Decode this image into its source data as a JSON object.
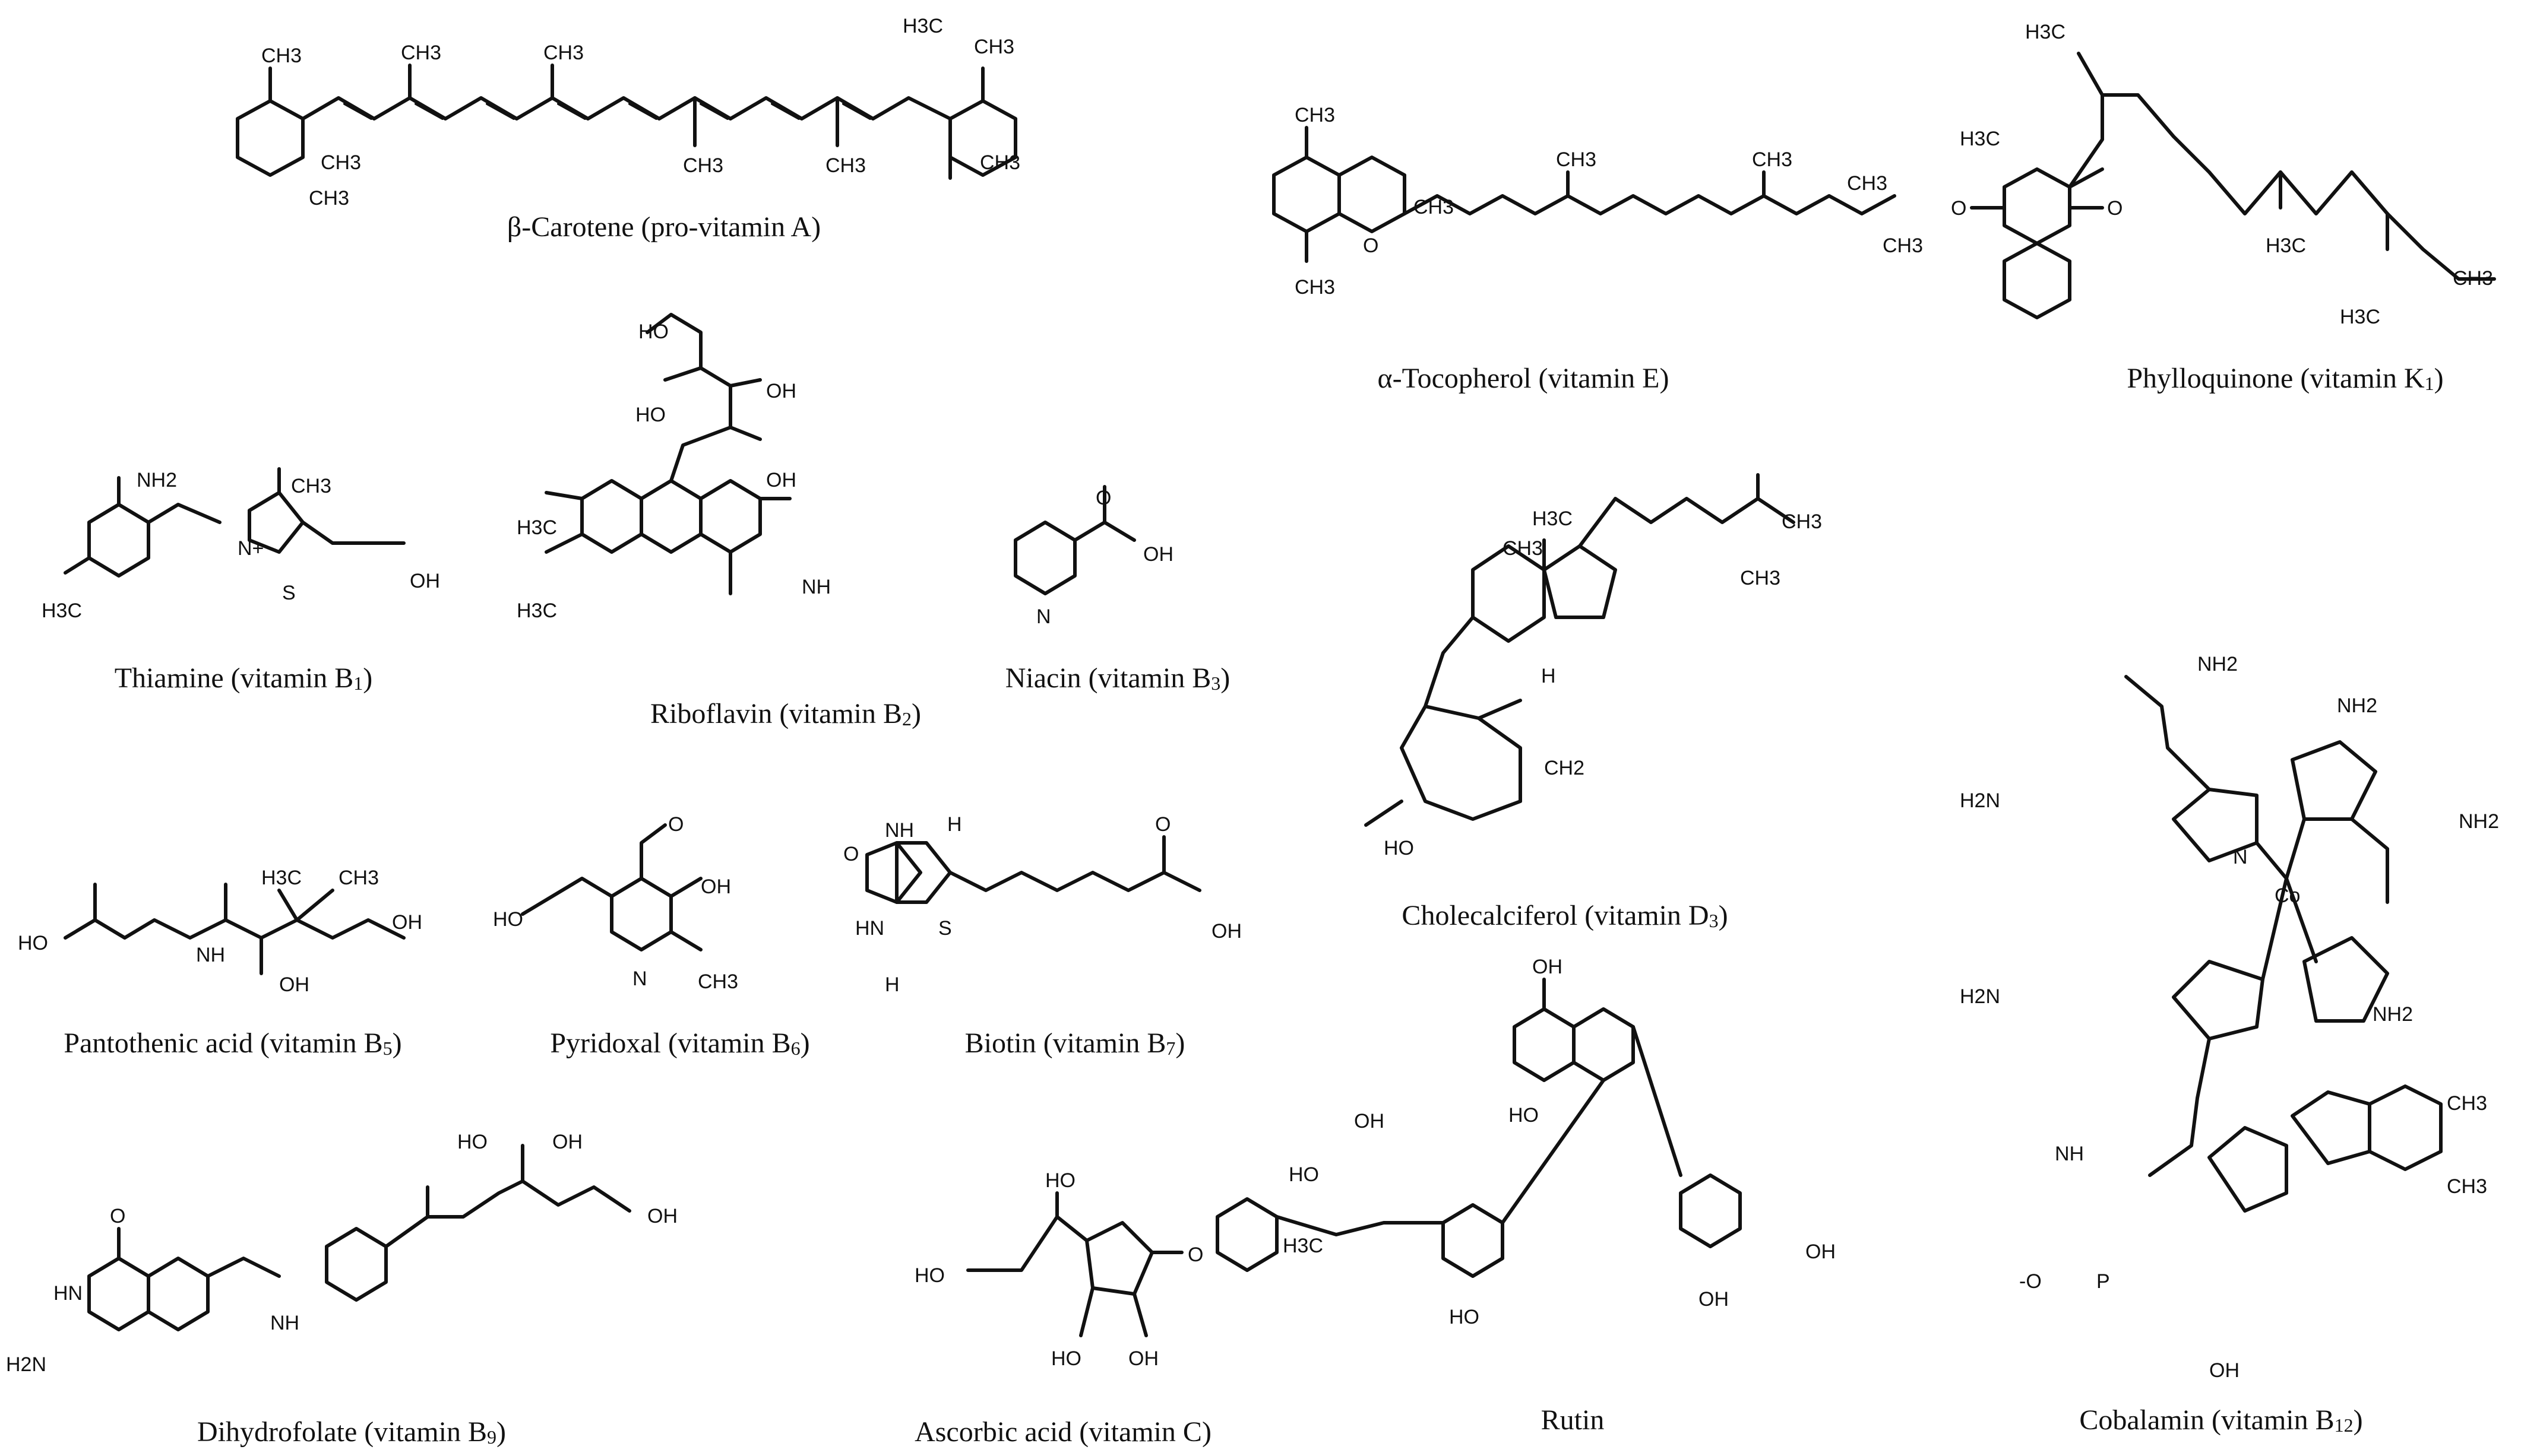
{
  "captions": {
    "beta_carotene": "β-Carotene (pro-vitamin A)",
    "tocopherol": "α-Tocopherol (vitamin E)",
    "phylloquinone_main": "Phylloquinone (vitamin K",
    "phylloquinone_sub": "1",
    "thiamine_main": "Thiamine (vitamin B",
    "thiamine_sub": "1",
    "riboflavin_main": "Riboflavin (vitamin B",
    "riboflavin_sub": "2",
    "niacin_main": "Niacin (vitamin B",
    "niacin_sub": "3",
    "cholecalciferol_main": "Cholecalciferol (vitamin D",
    "cholecalciferol_sub": "3",
    "pantothenic_main": "Pantothenic acid (vitamin B",
    "pantothenic_sub": "5",
    "pyridoxal_main": "Pyridoxal (vitamin B",
    "pyridoxal_sub": "6",
    "biotin_main": "Biotin (vitamin B",
    "biotin_sub": "7",
    "dihydrofolate_main": "Dihydrofolate (vitamin B",
    "dihydrofolate_sub": "9",
    "ascorbic_main": "Ascorbic acid (vitamin C)",
    "rutin": "Rutin",
    "cobalamin_main": "Cobalamin (vitamin B",
    "cobalamin_sub": "12"
  },
  "atom_labels": {
    "ch3": "CH3",
    "h3c": "H3C",
    "oh": "OH",
    "ho": "HO",
    "o": "O",
    "n": "N",
    "nh": "NH",
    "hn": "HN",
    "h": "H",
    "s": "S",
    "nh2": "NH2",
    "h2n": "H2N",
    "ch2": "CH2",
    "n_plus": "N+",
    "co": "Co",
    "o_minus": "-O",
    "p": "P"
  }
}
